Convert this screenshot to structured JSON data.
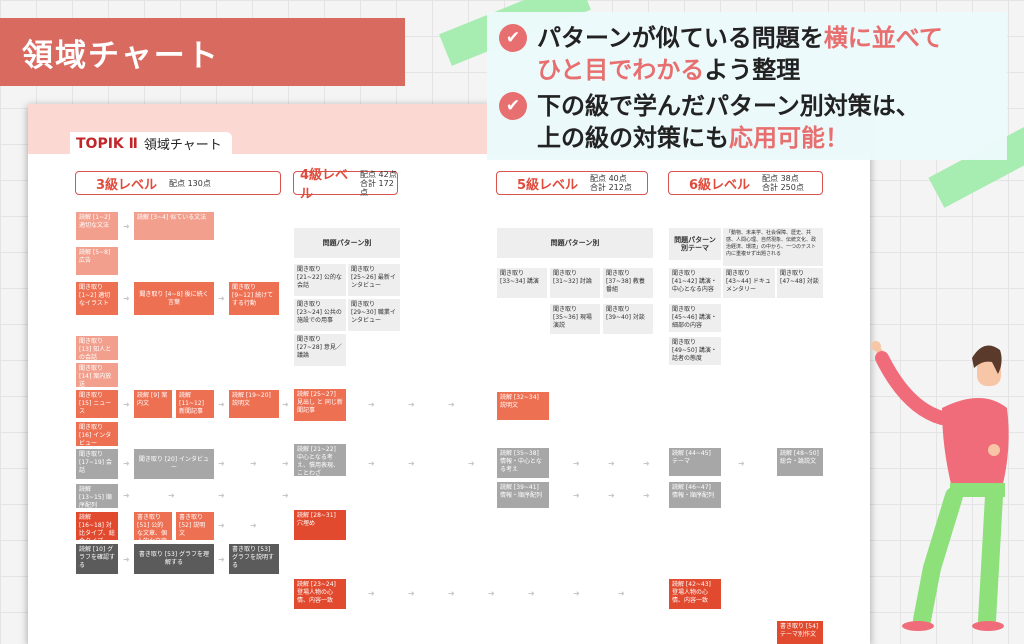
{
  "banner": {
    "title": "領域チャート"
  },
  "callout": {
    "line1": "パターンが似ている問題を",
    "line1_hl": "横に並べて",
    "line2_hl": "ひと目でわかる",
    "line2": "よう整理",
    "line3": "下の級で学んだパターン別対策は、",
    "line4": "上の級の対策にも",
    "line4_hl": "応用可能！"
  },
  "doc": {
    "logo": "TOPIK Ⅱ",
    "title": "領域チャート"
  },
  "levels": [
    {
      "name": "3級レベル",
      "p1": "配点 130点",
      "p2": ""
    },
    {
      "name": "4級レベル",
      "p1": "配点 42点",
      "p2": "合計 172点"
    },
    {
      "name": "5級レベル",
      "p1": "配点 40点",
      "p2": "合計 212点"
    },
    {
      "name": "6級レベル",
      "p1": "配点 38点",
      "p2": "合計 250点"
    }
  ],
  "headers": {
    "h4": "問題パターン別",
    "h5": "問題パターン別",
    "h6": "問題パターン別テーマ",
    "theme_note": "「動物、未来学、社会保障、歴史、共感、人間心理、自然現象、伝統文化、政治経済、環境」の中から、一つのテスト内に重複せず出題される"
  },
  "boxes": {
    "b1": "読解 [1~2] 適切な文法",
    "b2": "読解 [3~4] 似ている文法",
    "b3": "読解 [5~8] 広告",
    "b4": "聞き取り [1~2] 適切なイラスト",
    "b5": "聞き取り [4~8] 後に続く言葉",
    "b6": "聞き取り [9~12] 続けてする行動",
    "b7": "聞き取り [13] 知人との会話",
    "b8": "聞き取り [14] 案内放送",
    "b9": "聞き取り [15] ニュース",
    "b10": "読解 [9] 案内文",
    "b11": "読解 [11~12] 新聞記事",
    "b12": "読解 [19~20] 説明文",
    "b13": "聞き取り [16] インタビュー",
    "b14": "聞き取り [17~19] 会話",
    "b15": "聞き取り [20] インタビュー",
    "b16": "読解 [13~15] 順序配列",
    "b17": "読解 [16~18] 対比タイプ、総合タイプ",
    "b18": "書き取り [51] 公的な文章、個人的な文章",
    "b19": "書き取り [52] 説明文",
    "b20": "読解 [10] グラフを確認する",
    "b21": "書き取り [53] グラフを理解する",
    "b22": "書き取り [53] グラフを説明する",
    "c1": "聞き取り [21~22] 公的な会話",
    "c2": "聞き取り [25~26] 最新インタビュー",
    "c3": "聞き取り [23~24] 公共の施設での用事",
    "c4": "聞き取り [29~30] 職業インタビュー",
    "c5": "聞き取り [27~28] 意見／議論",
    "c6": "読解 [25~27] 見出し と 同じ新聞記事",
    "c7": "読解 [21~22] 中心となる考え、慣用表現、ことわざ",
    "c8": "読解 [28~31] 穴埋め",
    "c9": "読解 [23~24] 登場人物の心情、内容一致",
    "d1": "聞き取り [33~34] 講演",
    "d2": "聞き取り [31~32] 討論",
    "d3": "聞き取り [37~38] 教養番組",
    "d4": "聞き取り [35~36] 現場演説",
    "d5": "聞き取り [39~40] 対談",
    "d6": "読解 [32~34] 説明文",
    "d7": "読解 [35~38] 情報・中心となる考え",
    "d8": "読解 [39~41] 情報・順序配列",
    "e1": "聞き取り [41~42] 講演・中心となる内容",
    "e2": "聞き取り [43~44] ドキュメンタリー",
    "e3": "聞き取り [47~48] 対談",
    "e4": "聞き取り [45~46] 講演・細部の内容",
    "e5": "聞き取り [49~50] 講演・話者の態度",
    "e6": "読解 [44~45] テーマ",
    "e7": "読解 [48~50] 総合・論説文",
    "e8": "読解 [46~47] 情報・順序配列",
    "e9": "読解 [42~43] 登場人物の心情、内容一致",
    "e10": "書き取り [54] テーマ別作文"
  },
  "colors": {
    "banner": "#d96a60",
    "accent": "#e86f6f",
    "green": "#a7ecb1",
    "sheet_head": "#fbd9d2"
  }
}
